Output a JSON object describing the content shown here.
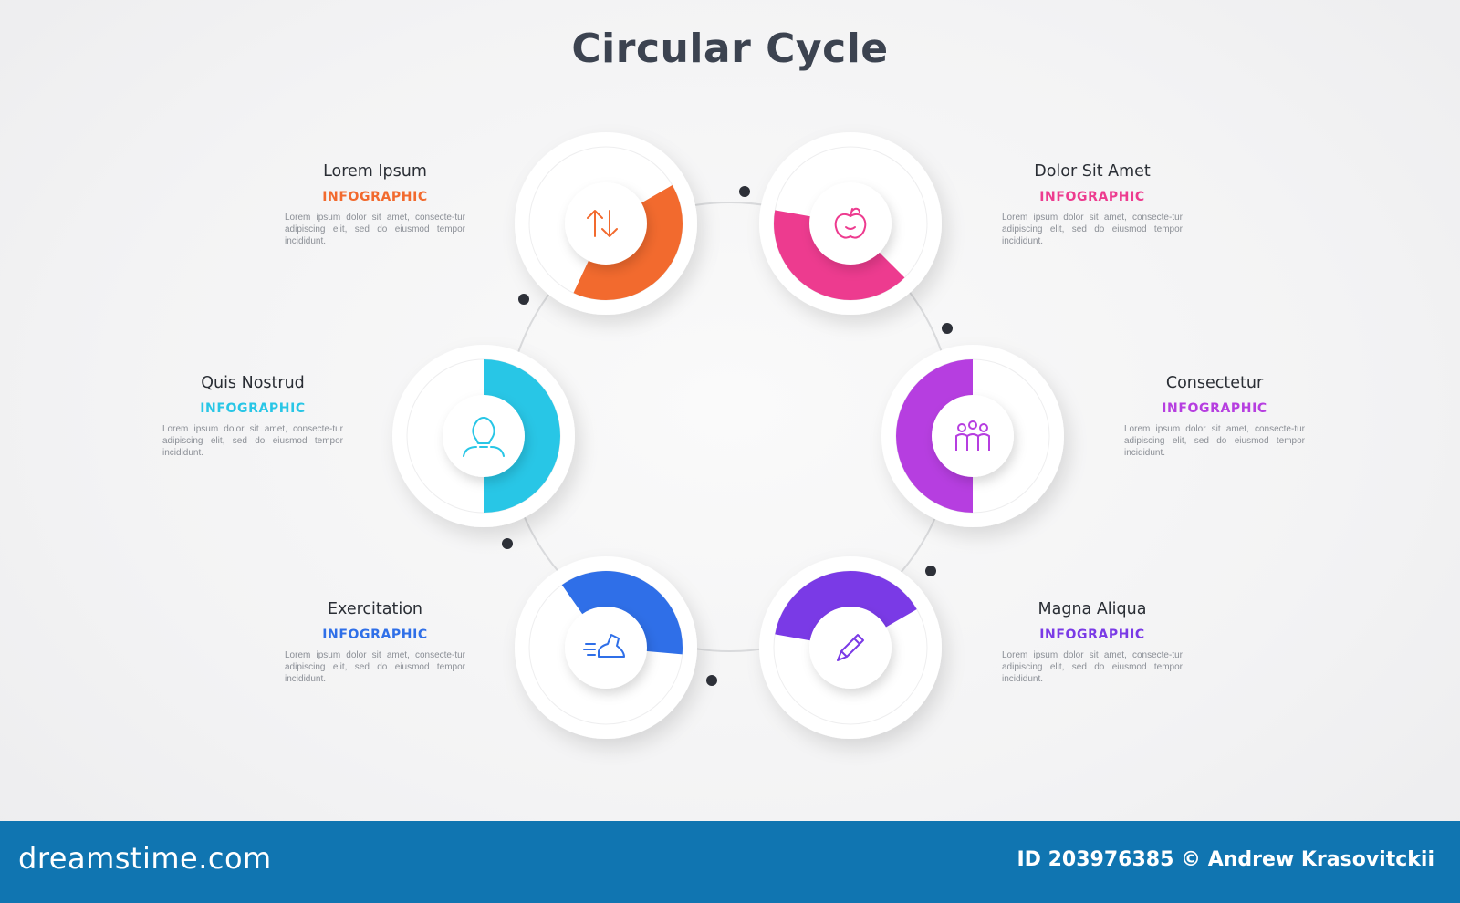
{
  "title": "Circular Cycle",
  "steps": [
    {
      "heading": "Lorem Ipsum",
      "sub": "INFOGRAPHIC",
      "color": "#f26a2e",
      "icon": "arrows-up-down-icon",
      "desc": "Lorem ipsum dolor sit amet, consecte-tur adipiscing elit, sed do eiusmod tempor incididunt."
    },
    {
      "heading": "Dolor Sit Amet",
      "sub": "INFOGRAPHIC",
      "color": "#ed3b8f",
      "icon": "apple-icon",
      "desc": "Lorem ipsum dolor sit amet, consecte-tur adipiscing elit, sed do eiusmod tempor incididunt."
    },
    {
      "heading": "Consectetur",
      "sub": "INFOGRAPHIC",
      "color": "#b63ee0",
      "icon": "team-icon",
      "desc": "Lorem ipsum dolor sit amet, consecte-tur adipiscing elit, sed do eiusmod tempor incididunt."
    },
    {
      "heading": "Magna Aliqua",
      "sub": "INFOGRAPHIC",
      "color": "#7a3ae6",
      "icon": "pencil-icon",
      "desc": "Lorem ipsum dolor sit amet, consecte-tur adipiscing elit, sed do eiusmod tempor incididunt."
    },
    {
      "heading": "Exercitation",
      "sub": "INFOGRAPHIC",
      "color": "#2f6fe8",
      "icon": "running-shoe-icon",
      "desc": "Lorem ipsum dolor sit amet, consecte-tur adipiscing elit, sed do eiusmod tempor incididunt."
    },
    {
      "heading": "Quis Nostrud",
      "sub": "INFOGRAPHIC",
      "color": "#28c6e6",
      "icon": "lightbulb-head-icon",
      "desc": "Lorem ipsum dolor sit amet, consecte-tur adipiscing elit, sed do eiusmod tempor incididunt."
    }
  ],
  "footer": {
    "brand": "dreamstime.com",
    "credit": "ID 203976385 © Andrew Krasovitckii"
  }
}
